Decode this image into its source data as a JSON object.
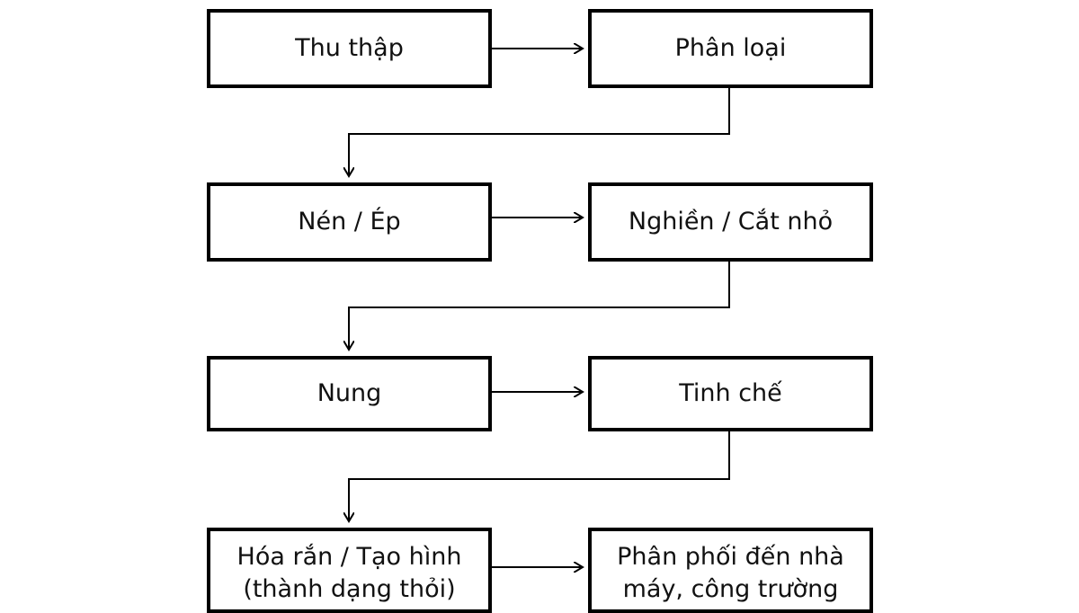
{
  "steps": {
    "collect": "Thu thập",
    "sort": "Phân loại",
    "press": "Nén / Ép",
    "crush": "Nghiền / Cắt nhỏ",
    "calcine": "Nung",
    "refine": "Tinh chế",
    "solidify": "Hóa rắn / Tạo hình\n(thành dạng thỏi)",
    "distribute": "Phân phối đến nhà\nmáy, công trường"
  },
  "colors": {
    "stroke": "#000000",
    "background": "#ffffff"
  }
}
